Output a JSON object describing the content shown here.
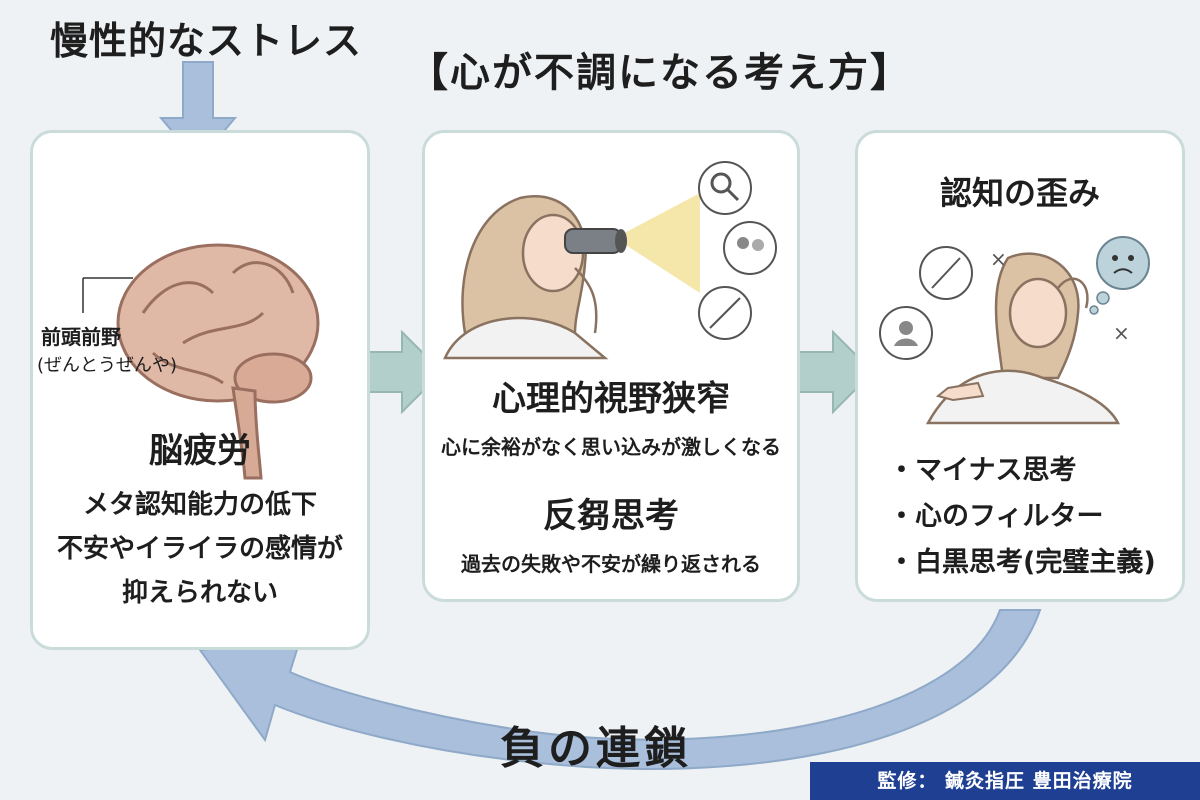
{
  "header": {
    "stress": "慢性的なストレス",
    "title": "【心が不調になる考え方】"
  },
  "panels": {
    "brain_fatigue": {
      "annotation": "前頭前野",
      "annotation_reading": "(ぜんとうぜんや)",
      "heading": "脳疲労",
      "lines": [
        "メタ認知能力の低下",
        "不安やイライラの感情が",
        "抑えられない"
      ]
    },
    "tunnel_vision": {
      "heading1": "心理的視野狭窄",
      "sub1": "心に余裕がなく思い込みが激しくなる",
      "heading2": "反芻思考",
      "sub2": "過去の失敗や不安が繰り返される"
    },
    "cognitive_distortion": {
      "heading": "認知の歪み",
      "bullets": [
        "・マイナス思考",
        "・心のフィルター",
        "・白黒思考(完璧主義)"
      ]
    }
  },
  "cycle_label": "負の連鎖",
  "footer": "監修： 鍼灸指圧 豊田治療院",
  "colors": {
    "arrow_blue": "#a9bfdc",
    "arrow_teal": "#b3cfcb",
    "panel_border": "#c9dcd9",
    "footer_bg": "#1f3f93"
  }
}
